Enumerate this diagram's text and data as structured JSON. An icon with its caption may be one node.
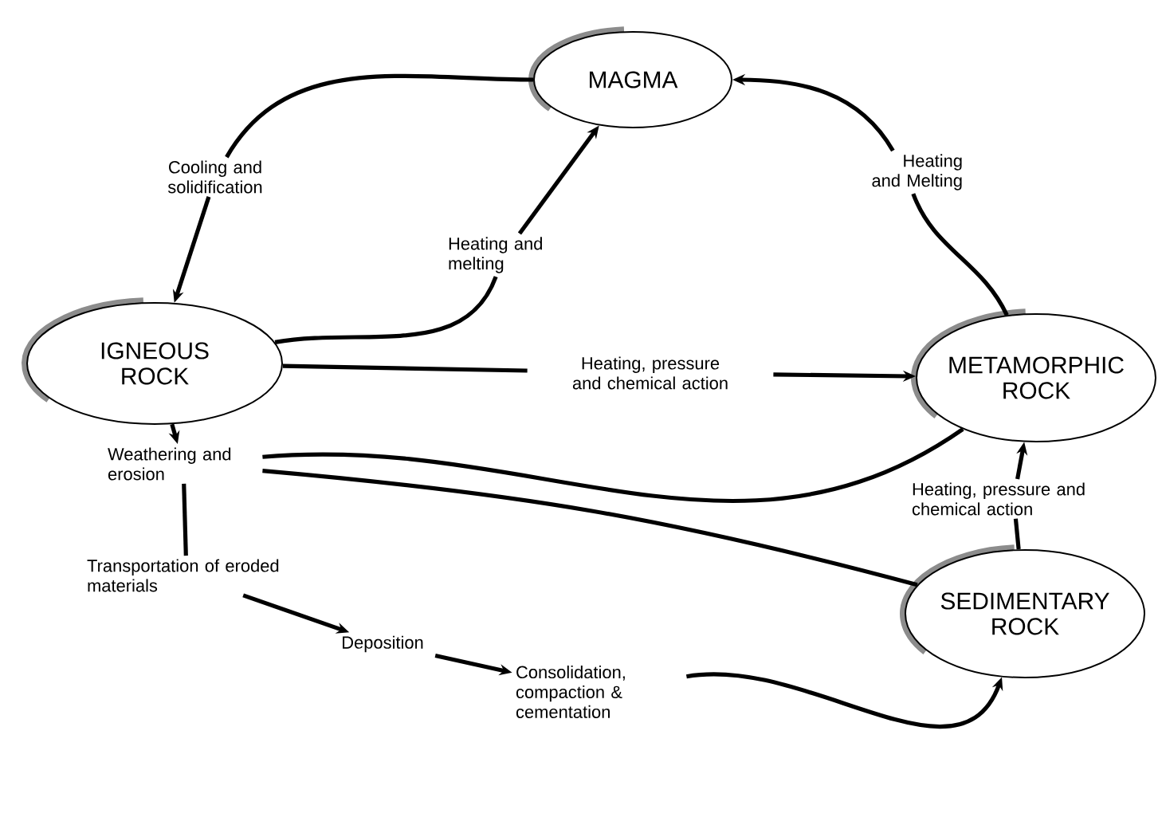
{
  "diagram": {
    "nodes": [
      {
        "text": [
          "MAGMA"
        ]
      },
      {
        "text": [
          "IGNEOUS ROCK"
        ]
      },
      {
        "text": [
          "METAMORPHIC ROCK"
        ]
      },
      {
        "text": [
          "SEDIMENTARY ROCK"
        ]
      },
      {
        "text": [
          "Cooling and solidification"
        ]
      },
      {
        "text": [
          "Heating and melting"
        ]
      },
      {
        "text": [
          "Heating, pressure and chemical action"
        ]
      },
      {
        "text": [
          "Heating and Melting"
        ]
      },
      {
        "text": [
          "Weathering and erosion"
        ]
      },
      {
        "text": [
          "Transportation of eroded materials"
        ]
      },
      {
        "text": [
          "Deposition"
        ]
      },
      {
        "text": [
          "Consolidation, compaction & cementation"
        ]
      },
      {
        "text": [
          "Heating, pressure and chemical action"
        ]
      }
    ],
    "edges": [
      {
        "from": 0,
        "to": 4,
        "arrow": "none"
      },
      {
        "from": 4,
        "to": 1,
        "arrow": "to"
      },
      {
        "from": 1,
        "to": 5,
        "arrow": "none"
      },
      {
        "from": 5,
        "to": 0,
        "arrow": "to"
      },
      {
        "from": 1,
        "to": 6,
        "arrow": "none"
      },
      {
        "from": 6,
        "to": 2,
        "arrow": "to"
      },
      {
        "from": 2,
        "to": 7,
        "arrow": "none"
      },
      {
        "from": 7,
        "to": 0,
        "arrow": "to"
      },
      {
        "from": 1,
        "to": 8,
        "arrow": "to"
      },
      {
        "from": 2,
        "to": 8,
        "arrow": "none"
      },
      {
        "from": 3,
        "to": 8,
        "arrow": "none"
      },
      {
        "from": 8,
        "to": 9,
        "arrow": "none"
      },
      {
        "from": 9,
        "to": 10,
        "arrow": "to"
      },
      {
        "from": 10,
        "to": 11,
        "arrow": "to"
      },
      {
        "from": 11,
        "to": 3,
        "arrow": "to"
      },
      {
        "from": 3,
        "to": 12,
        "arrow": "none"
      },
      {
        "from": 12,
        "to": 2,
        "arrow": "to"
      }
    ]
  }
}
